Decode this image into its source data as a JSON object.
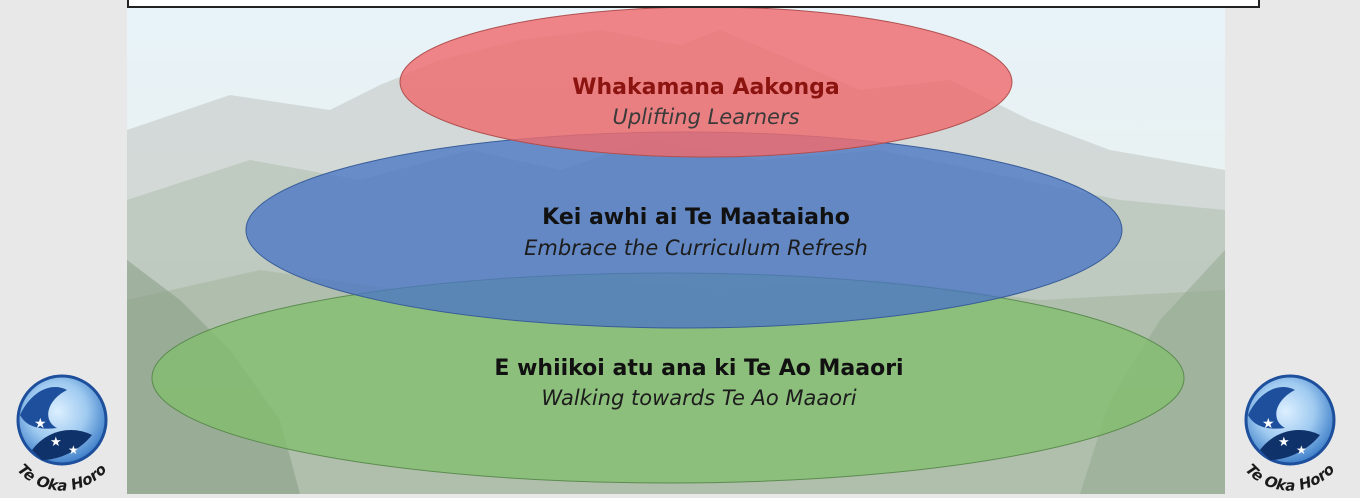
{
  "diagram": {
    "layers": [
      {
        "maori": "Whakamana Aakonga",
        "english": "Uplifting Learners",
        "fill": "#ef6b6e",
        "title_color": "#8b1410",
        "subtitle_color": "#3a3a3a"
      },
      {
        "maori": "Kei awhi ai Te Maataiaho",
        "english": "Embrace the Curriculum Refresh",
        "fill": "#4a76c4",
        "title_color": "#111111",
        "subtitle_color": "#1c1c1c"
      },
      {
        "maori": "E whiikoi atu ana ki Te Ao Maaori",
        "english": "Walking towards Te Ao Maaori",
        "fill": "#7fbf6a",
        "title_color": "#111111",
        "subtitle_color": "#1c1c1c"
      }
    ]
  },
  "logos": {
    "left": {
      "text": "Te Oka Horo",
      "icon": "te-oka-horo-logo"
    },
    "right": {
      "text": "Te Oka Horo",
      "icon": "te-oka-horo-logo"
    }
  },
  "colors": {
    "sky_top": "#dfeef6",
    "mountain": "#b8c0bf",
    "hill": "#9fb39a",
    "logo_blue": "#1d4f9c",
    "logo_light": "#8fc1ea"
  }
}
